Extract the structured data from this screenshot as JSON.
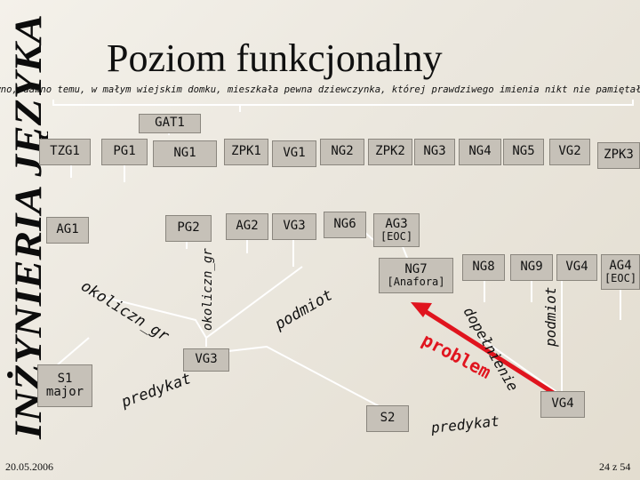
{
  "brand": {
    "text": "INŻYNIERIA JĘZYKA"
  },
  "title": "Poziom funkcjonalny",
  "sentence": "awno, dawno temu, w małym wiejskim domku, mieszkała pewna dziewczynka, której prawdziwego imienia nikt nie pamiętał.",
  "nodes": {
    "gat1": "GAT1",
    "tzg1": "TZG1",
    "pg1": "PG1",
    "ng1": "NG1",
    "zpk1": "ZPK1",
    "vg1": "VG1",
    "ng2": "NG2",
    "zpk2": "ZPK2",
    "ng3": "NG3",
    "ng4": "NG4",
    "ng5": "NG5",
    "vg2": "VG2",
    "zpk3": "ZPK3",
    "ag1": "AG1",
    "pg2": "PG2",
    "ag2": "AG2",
    "vg3a": "VG3",
    "ng6": "NG6",
    "ag3": "AG3",
    "ag3_sub": "[EOC]",
    "ng7": "NG7",
    "ng7_sub": "[Anafora]",
    "ng8": "NG8",
    "ng9": "NG9",
    "vg4a": "VG4",
    "ag4": "AG4",
    "ag4_sub": "[EOC]",
    "vg3b": "VG3",
    "s1": "S1",
    "s1_sub": "major",
    "s2": "S2",
    "vg4b": "VG4"
  },
  "labels": {
    "okoliczn_gr_left": "okoliczn_gr",
    "okoliczn_gr_vertical": "okoliczn_gr",
    "podmiot_mid": "podmiot",
    "predykat_left": "predykat",
    "podmiot_right": "podmiot",
    "dopelnienie": "dopełnienie",
    "problem": "problem",
    "predykat_right": "predykat"
  },
  "colors": {
    "box_fill": "#c6c1b8",
    "line": "#ffffff",
    "problem_arrow": "#e0141e",
    "problem_text": "#e0141e"
  },
  "footer": {
    "date": "20.05.2006",
    "page": "24 z 54"
  }
}
